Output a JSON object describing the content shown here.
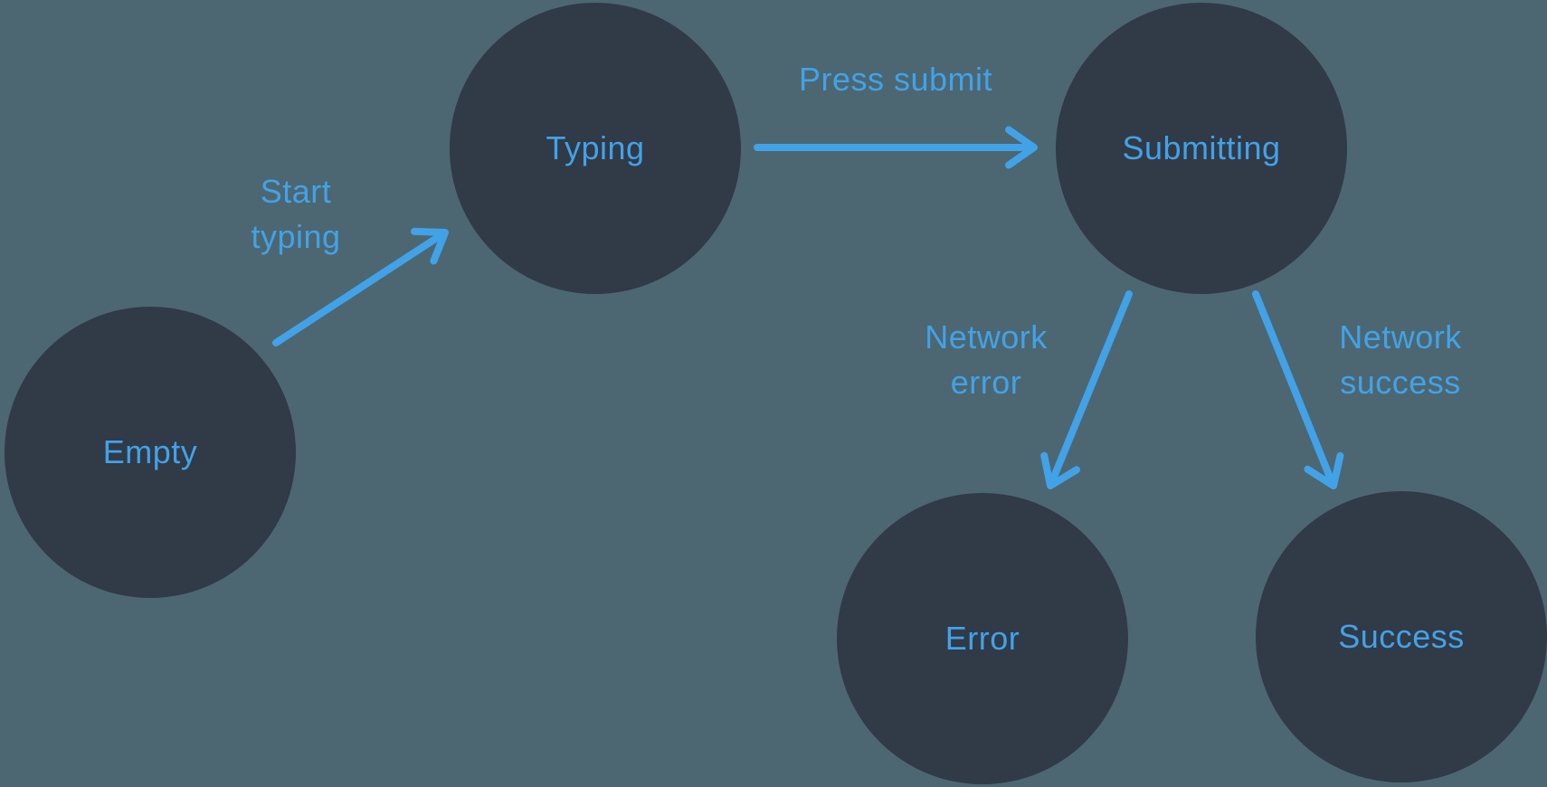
{
  "diagram": {
    "type": "state-machine",
    "colors": {
      "background": "#4C6771",
      "node_fill": "#313A47",
      "accent_blue": "#42A2E8"
    },
    "states": [
      {
        "id": "empty",
        "label": "Empty"
      },
      {
        "id": "typing",
        "label": "Typing"
      },
      {
        "id": "submitting",
        "label": "Submitting"
      },
      {
        "id": "error",
        "label": "Error"
      },
      {
        "id": "success",
        "label": "Success"
      }
    ],
    "transitions": [
      {
        "from": "empty",
        "to": "typing",
        "label": "Start typing",
        "label_lines": [
          "Start",
          "typing"
        ]
      },
      {
        "from": "typing",
        "to": "submitting",
        "label": "Press submit",
        "label_lines": [
          "Press submit"
        ]
      },
      {
        "from": "submitting",
        "to": "error",
        "label": "Network error",
        "label_lines": [
          "Network",
          "error"
        ]
      },
      {
        "from": "submitting",
        "to": "success",
        "label": "Network success",
        "label_lines": [
          "Network",
          "success"
        ]
      }
    ]
  }
}
